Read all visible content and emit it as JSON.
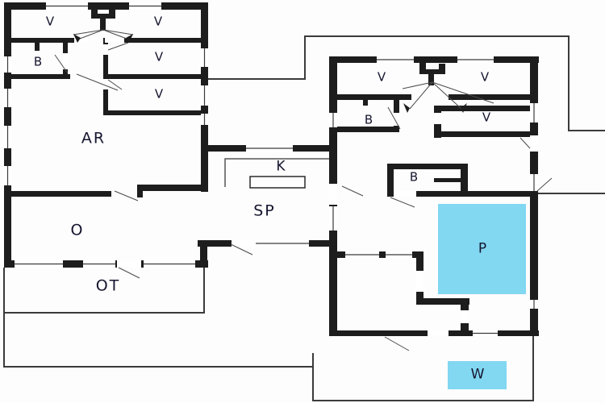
{
  "floorplan": {
    "type": "architectural-floor-plan",
    "colors": {
      "wall": "#1d1d1d",
      "water": "#82d7f1",
      "label": "#15152f",
      "boundary": "#3b3b3b",
      "background": "#fdfdfd"
    },
    "rooms": [
      {
        "id": "left-bedroom-1",
        "label": "V"
      },
      {
        "id": "left-bedroom-2",
        "label": "V"
      },
      {
        "id": "left-bathroom",
        "label": "B"
      },
      {
        "id": "left-bedroom-3",
        "label": "V"
      },
      {
        "id": "left-bedroom-4",
        "label": "V"
      },
      {
        "id": "left-living-room",
        "label": "AR"
      },
      {
        "id": "kitchen",
        "label": "K"
      },
      {
        "id": "lounge",
        "label": "SP"
      },
      {
        "id": "left-room-o",
        "label": "O"
      },
      {
        "id": "left-terrace",
        "label": "OT"
      },
      {
        "id": "right-bedroom-1",
        "label": "V"
      },
      {
        "id": "right-bedroom-2",
        "label": "V"
      },
      {
        "id": "right-bathroom-1",
        "label": "B"
      },
      {
        "id": "right-bedroom-3",
        "label": "V"
      },
      {
        "id": "right-bathroom-2",
        "label": "B"
      },
      {
        "id": "pool",
        "label": "P"
      },
      {
        "id": "whirlpool",
        "label": "W"
      }
    ]
  }
}
